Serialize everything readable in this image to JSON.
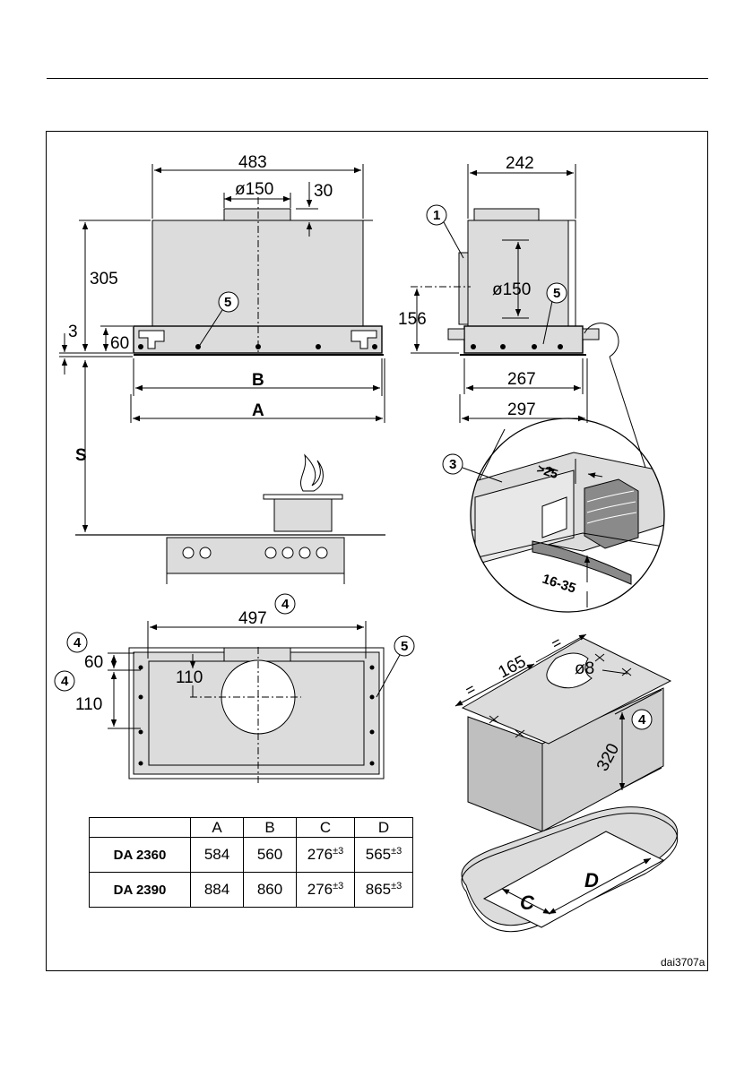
{
  "front_view": {
    "width_top": "483",
    "duct": "ø150",
    "duct_height": "30",
    "height": "305",
    "base_height": "60",
    "gap": "3",
    "callout": "5",
    "dim_b": "B",
    "dim_a": "A",
    "clearance": "S"
  },
  "side_view": {
    "width_top": "242",
    "callout_1": "1",
    "duct": "ø150",
    "callout_5": "5",
    "offset": "156",
    "width_mid": "267",
    "width_bottom": "297"
  },
  "detail": {
    "callout": "3",
    "min": ">25",
    "range": "16-35"
  },
  "bottom_view": {
    "callout_top": "4",
    "width": "497",
    "callout_left_1": "4",
    "dim_60": "60",
    "dim_110_inner": "110",
    "callout_left_2": "4",
    "dim_110": "110",
    "callout_right": "5"
  },
  "cabinet": {
    "dim_165": "165",
    "equal_left": "=",
    "equal_right": "=",
    "hole": "ø8",
    "callout": "4",
    "depth": "320",
    "cut_c": "C",
    "cut_d": "D"
  },
  "table": {
    "headers": [
      "",
      "A",
      "B",
      "C",
      "D"
    ],
    "tolerance": "±3",
    "rows": [
      {
        "model": "DA 2360",
        "a": "584",
        "b": "560",
        "c": "276",
        "d": "565"
      },
      {
        "model": "DA 2390",
        "a": "884",
        "b": "860",
        "c": "276",
        "d": "865"
      }
    ]
  },
  "figure_ref": "dai3707a",
  "colors": {
    "panel": "#dcdcdc",
    "line": "#000000",
    "wood": "#8a8a8a"
  }
}
